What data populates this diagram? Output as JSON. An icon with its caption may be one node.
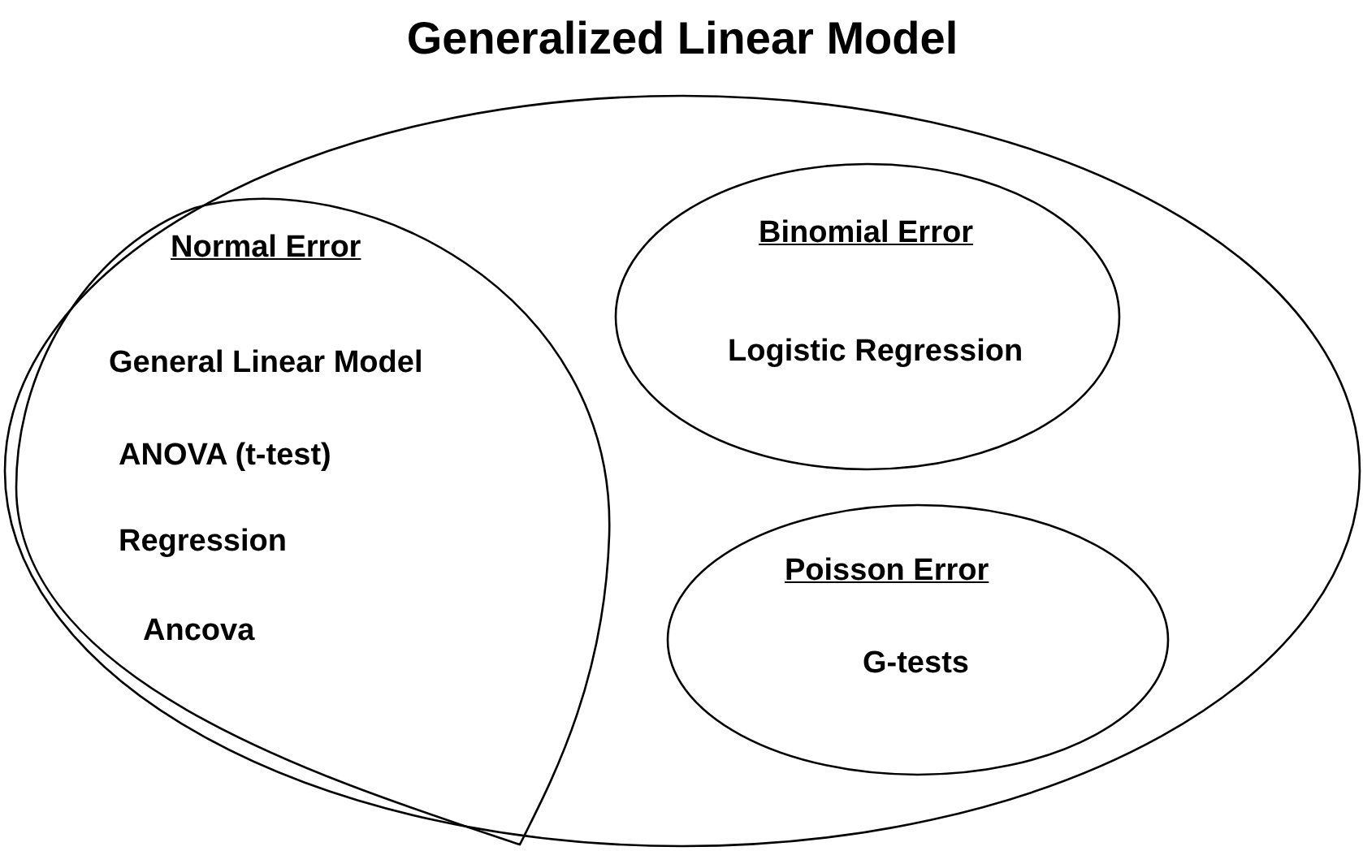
{
  "diagram": {
    "nodes": [
      {
        "text": [
          "Generalized Linear Model"
        ]
      },
      {
        "text": [
          "Normal Error",
          "General Linear Model",
          "ANOVA (t-test)",
          "Regression",
          "Ancova"
        ],
        "in": 0
      },
      {
        "text": [
          "Binomial Error",
          "Logistic Regression"
        ],
        "in": 0
      },
      {
        "text": [
          "Poisson Error",
          "G-tests"
        ],
        "in": 0
      }
    ]
  }
}
